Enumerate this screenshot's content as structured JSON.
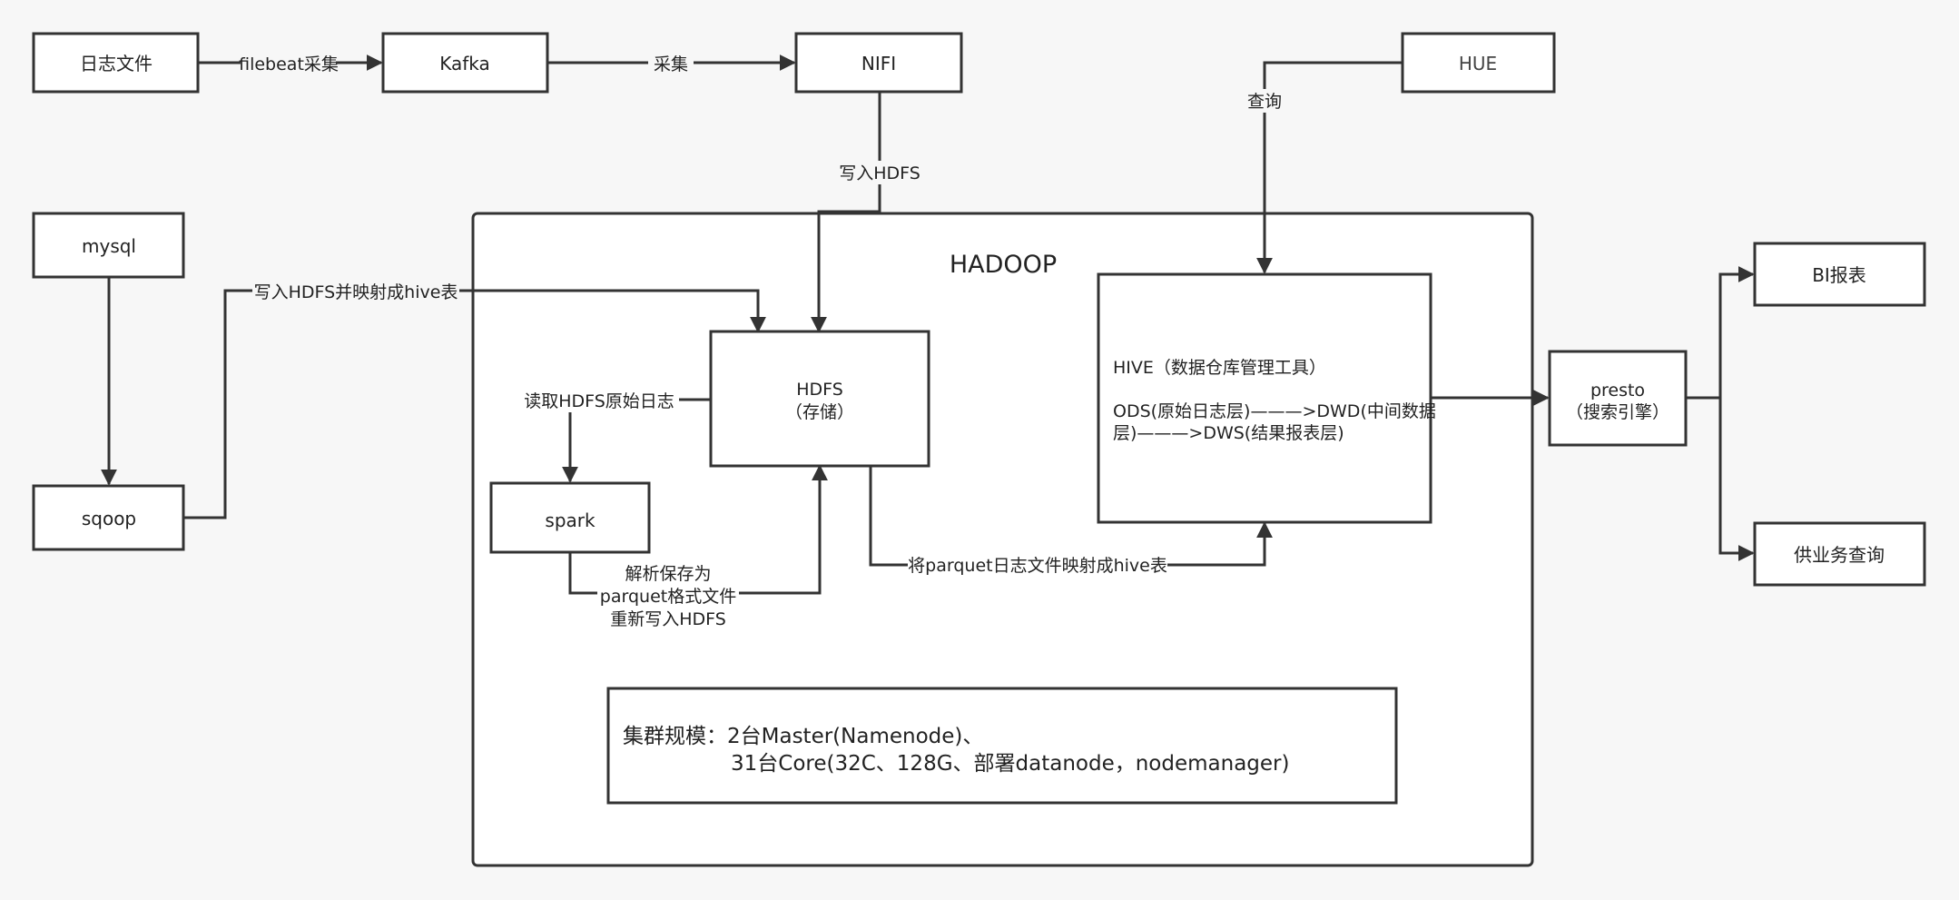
{
  "nodes": {
    "log_files": "日志文件",
    "kafka": "Kafka",
    "nifi": "NIFI",
    "hue": "HUE",
    "mysql": "mysql",
    "sqoop": "sqoop",
    "hadoop": "HADOOP",
    "hdfs": {
      "line1": "HDFS",
      "line2": "（存储）"
    },
    "spark": "spark",
    "hive": {
      "line1": "HIVE（数据仓库管理工具）",
      "line2": "ODS(原始日志层)———>DWD(中间数据",
      "line3": "层)———>DWS(结果报表层)"
    },
    "presto": {
      "line1": "presto",
      "line2": "（搜索引擎）"
    },
    "bi_report": "BI报表",
    "business_query": "供业务查询",
    "cluster": {
      "line1": "集群规模：2台Master(Namenode)、",
      "line2": "31台Core(32C、128G、部署datanode，nodemanager)"
    }
  },
  "edges": {
    "filebeat": "filebeat采集",
    "collect": "采集",
    "write_hdfs": "写入HDFS",
    "query": "查询",
    "write_hdfs_hive": "写入HDFS并映射成hive表",
    "read_hdfs": "读取HDFS原始日志",
    "parse_save": {
      "line1": "解析保存为",
      "line2": "parquet格式文件",
      "line3": "重新写入HDFS"
    },
    "map_parquet": "将parquet日志文件映射成hive表"
  },
  "colors": {
    "stroke": "#333333",
    "background": "#f7f7f7",
    "box": "#ffffff",
    "text": "#222222"
  }
}
